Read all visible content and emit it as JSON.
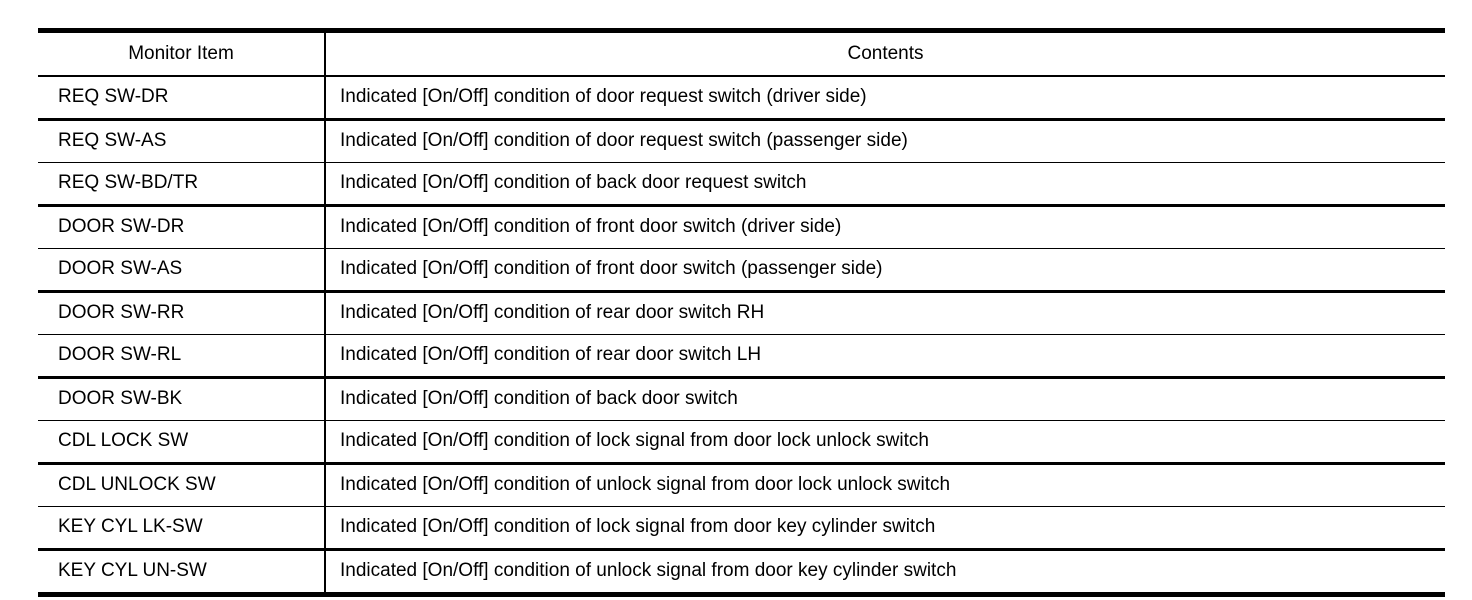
{
  "colors": {
    "background": "#ffffff",
    "text": "#000000",
    "border": "#000000"
  },
  "table": {
    "headers": [
      "Monitor Item",
      "Contents"
    ],
    "rows": [
      {
        "item": "REQ SW-DR",
        "contents": "Indicated [On/Off] condition of door request switch (driver side)"
      },
      {
        "item": "REQ SW-AS",
        "contents": "Indicated [On/Off] condition of door request switch (passenger side)"
      },
      {
        "item": "REQ SW-BD/TR",
        "contents": "Indicated [On/Off] condition of back door request switch"
      },
      {
        "item": "DOOR SW-DR",
        "contents": "Indicated [On/Off] condition of front door switch (driver side)"
      },
      {
        "item": "DOOR SW-AS",
        "contents": "Indicated [On/Off] condition of front door switch (passenger side)"
      },
      {
        "item": "DOOR SW-RR",
        "contents": "Indicated [On/Off] condition of rear door switch RH"
      },
      {
        "item": "DOOR SW-RL",
        "contents": "Indicated [On/Off] condition of rear door switch LH"
      },
      {
        "item": "DOOR SW-BK",
        "contents": "Indicated [On/Off] condition of back door switch"
      },
      {
        "item": "CDL LOCK SW",
        "contents": "Indicated [On/Off] condition of lock signal from door lock unlock switch"
      },
      {
        "item": "CDL UNLOCK SW",
        "contents": "Indicated [On/Off] condition of unlock signal from door lock unlock switch"
      },
      {
        "item": "KEY CYL LK-SW",
        "contents": "Indicated [On/Off] condition of lock signal from door key cylinder switch"
      },
      {
        "item": "KEY CYL UN-SW",
        "contents": "Indicated [On/Off] condition of unlock signal from door key cylinder switch"
      }
    ]
  }
}
